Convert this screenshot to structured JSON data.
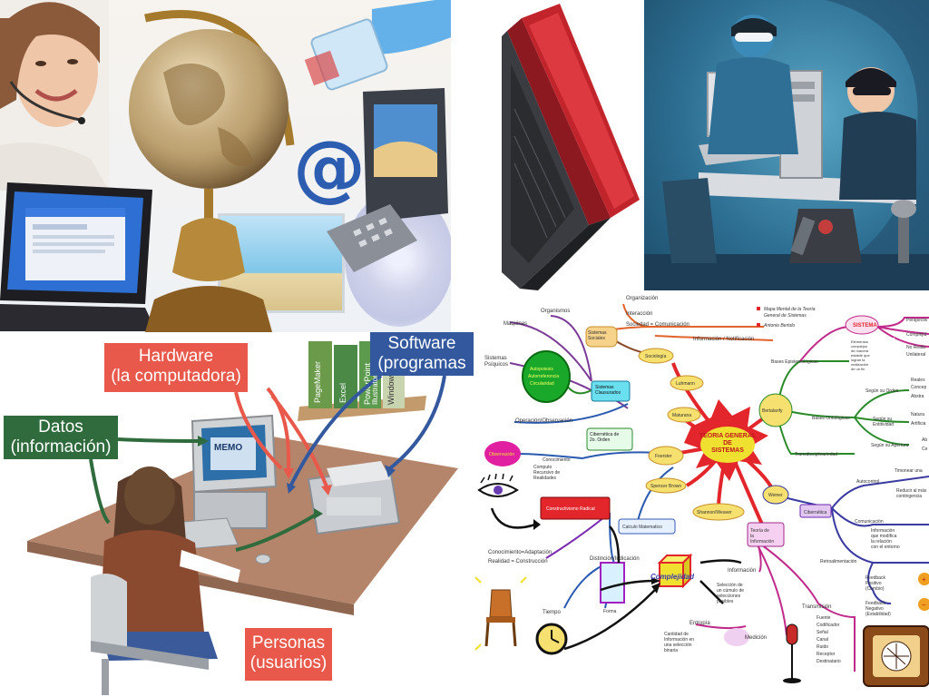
{
  "diagram": {
    "hardware_line1": "Hardware",
    "hardware_line2": "(la computadora)",
    "software_line1": "Software",
    "software_line2": "(programas",
    "datos_line1": "Datos",
    "datos_line2": "(información)",
    "personas_line1": "Personas",
    "personas_line2": "(usuarios)",
    "monitor_text": "MEMO",
    "books": [
      "PageMaker",
      "Excel",
      "PowerPoint",
      "Illustrator",
      "Windows"
    ]
  },
  "mindmap": {
    "center": "TEORIA GENERAL DE SISTEMAS",
    "legend": [
      "Mapa Mental de la Teoría",
      "General de Sistemas",
      "Antonio Bertolo"
    ],
    "nodes": [
      {
        "id": "organizacion",
        "text": "Organización"
      },
      {
        "id": "interaccion",
        "text": "Interacción"
      },
      {
        "id": "sociedad",
        "text": "Sociedad = Comunicación"
      },
      {
        "id": "informacion_notif",
        "text": "Información / Notificación"
      },
      {
        "id": "organismos",
        "text": "Organismos"
      },
      {
        "id": "maquinas",
        "text": "Maquinas"
      },
      {
        "id": "sistemas_sociales",
        "text": "Sistemas Sociales"
      },
      {
        "id": "sociologia",
        "text": "Sociología"
      },
      {
        "id": "luhmann",
        "text": "Luhmann"
      },
      {
        "id": "sistemas_psiquicos",
        "text": "Sistemas Psíquicos"
      },
      {
        "id": "autopoiesis",
        "text": "Autopoiesis"
      },
      {
        "id": "autorreferencia",
        "text": "Autorreferencia"
      },
      {
        "id": "circularidad",
        "text": "Circularidad"
      },
      {
        "id": "sistemas_clausurados",
        "text": "Sistemas Clausurados"
      },
      {
        "id": "maturana",
        "text": "Maturana"
      },
      {
        "id": "op_obs",
        "text": "Operación/Observación"
      },
      {
        "id": "cibernetica",
        "text": "Cibernética de 2o. Orden"
      },
      {
        "id": "observacion",
        "text": "Observación"
      },
      {
        "id": "conocimiento",
        "text": "Conocimiento"
      },
      {
        "id": "computo",
        "text": "Computo Recursivo de Realidades"
      },
      {
        "id": "foerster",
        "text": "Foerster"
      },
      {
        "id": "spencer",
        "text": "Spencer Brown"
      },
      {
        "id": "constructivismo",
        "text": "Constructivismo Radical"
      },
      {
        "id": "calculo",
        "text": "Calculo Matematico"
      },
      {
        "id": "shannon",
        "text": "Shannon/Weaver"
      },
      {
        "id": "teoria_info",
        "text": "Teoría de la Información"
      },
      {
        "id": "conocimiento_adapt",
        "text": "Conocimiento=Adaptación"
      },
      {
        "id": "realidad",
        "text": "Realidad = Construcción"
      },
      {
        "id": "distincion",
        "text": "Distinción/Indicación"
      },
      {
        "id": "forma",
        "text": "Forma"
      },
      {
        "id": "tiempo",
        "text": "Tiempo"
      },
      {
        "id": "complejidad",
        "text": "Complejidad"
      },
      {
        "id": "informacion",
        "text": "Información"
      },
      {
        "id": "seleccion",
        "text": "Selección de un cúmulo de selecciones posibles"
      },
      {
        "id": "entropia",
        "text": "Entropía"
      },
      {
        "id": "cantidad",
        "text": "Cantidad de Información en una selección binaria"
      },
      {
        "id": "medicion",
        "text": "Medición"
      },
      {
        "id": "transmision",
        "text": "Transmisión"
      },
      {
        "id": "fuente",
        "text": "Fuente"
      },
      {
        "id": "codificador",
        "text": "Codificador"
      },
      {
        "id": "senal",
        "text": "Señal"
      },
      {
        "id": "canal",
        "text": "Canal"
      },
      {
        "id": "ruido",
        "text": "Ruido"
      },
      {
        "id": "receptor",
        "text": "Receptor"
      },
      {
        "id": "destinatario",
        "text": "Destinatario"
      },
      {
        "id": "sistema",
        "text": "SISTEMA"
      },
      {
        "id": "elementos",
        "text": "Elementos complejos de manera estable que logran la realización de un fin"
      },
      {
        "id": "perspectiva",
        "text": "Perspectiv"
      },
      {
        "id": "complejidad2",
        "text": "Complejid"
      },
      {
        "id": "no_realiz",
        "text": "No Realiz"
      },
      {
        "id": "unilateral",
        "text": "Unilateral"
      },
      {
        "id": "bases_epist",
        "text": "Bases Epistemológicas"
      },
      {
        "id": "bertalanfy",
        "text": "Bertalanfy"
      },
      {
        "id": "bases_onto",
        "text": "Bases Ontológicas"
      },
      {
        "id": "segun_orden",
        "text": "Según su Orden"
      },
      {
        "id": "reales",
        "text": "Reales"
      },
      {
        "id": "concept",
        "text": "Concep"
      },
      {
        "id": "abstrac",
        "text": "Abstra"
      },
      {
        "id": "segun_entidad",
        "text": "Según su Entitividad"
      },
      {
        "id": "natural",
        "text": "Natura"
      },
      {
        "id": "artificial",
        "text": "Artificia"
      },
      {
        "id": "segun_apertura",
        "text": "Según su Apertura"
      },
      {
        "id": "ab",
        "text": "Ab"
      },
      {
        "id": "ce",
        "text": "Ce"
      },
      {
        "id": "transdisc",
        "text": "Transdisciplinariedad"
      },
      {
        "id": "weiner",
        "text": "Weiner"
      },
      {
        "id": "cibernetica2",
        "text": "Cibernética"
      },
      {
        "id": "autocontrol",
        "text": "Autocontrol"
      },
      {
        "id": "timonear",
        "text": "Timonear una"
      },
      {
        "id": "reducir",
        "text": "Reducir al máx contingencia"
      },
      {
        "id": "comunicacion",
        "text": "Comunicación"
      },
      {
        "id": "info_modifica",
        "text": "Información que modifica la relación con el entorno"
      },
      {
        "id": "retroalim",
        "text": "Retroalimentación"
      },
      {
        "id": "feedback_pos",
        "text": "Feedback Positivo (Cambio)"
      },
      {
        "id": "feedback_neg",
        "text": "Feedback Negativo (Estabilidad)"
      },
      {
        "id": "plus",
        "text": "+"
      },
      {
        "id": "minus",
        "text": "−"
      }
    ]
  }
}
